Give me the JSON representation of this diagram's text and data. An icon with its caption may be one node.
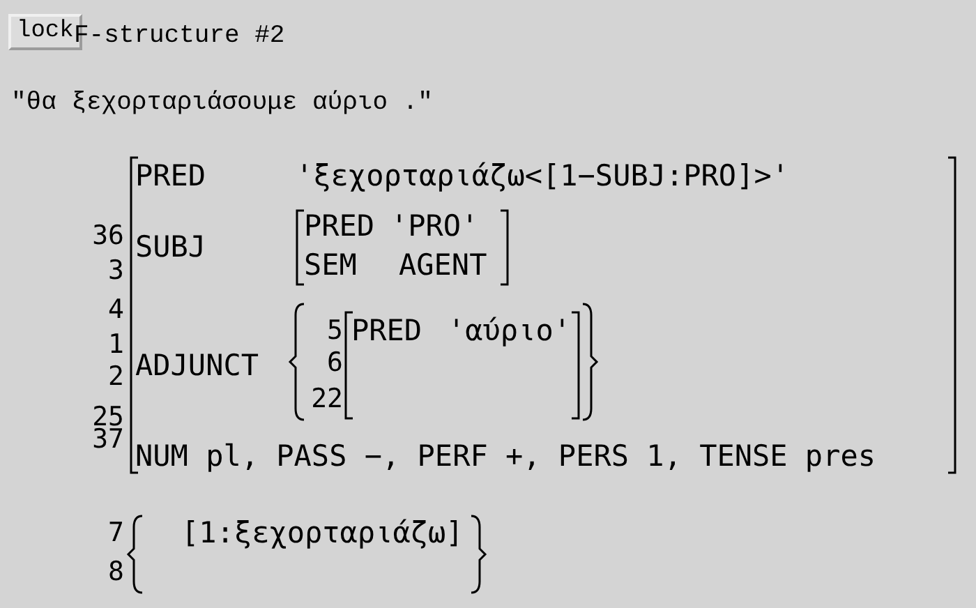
{
  "diagram": {
    "labels": [
      "lock",
      "F-structure #2",
      "\"θα ξεχορταριάσουμε αύριο .\"",
      "PRED",
      "'ξεχορταριάζω<[1−SUBJ:PRO]>'",
      "PRED",
      "'PRO'",
      "36",
      "SUBJ",
      "SEM",
      "AGENT",
      "3",
      "4",
      "5",
      "PRED",
      "'αύριο'",
      "1",
      "6",
      "ADJUNCT",
      "2",
      "22",
      "25",
      "37",
      "NUM pl, PASS −, PERF +, PERS 1, TENSE pres",
      "7",
      "[1:ξεχορταριάζω]",
      "8"
    ]
  }
}
